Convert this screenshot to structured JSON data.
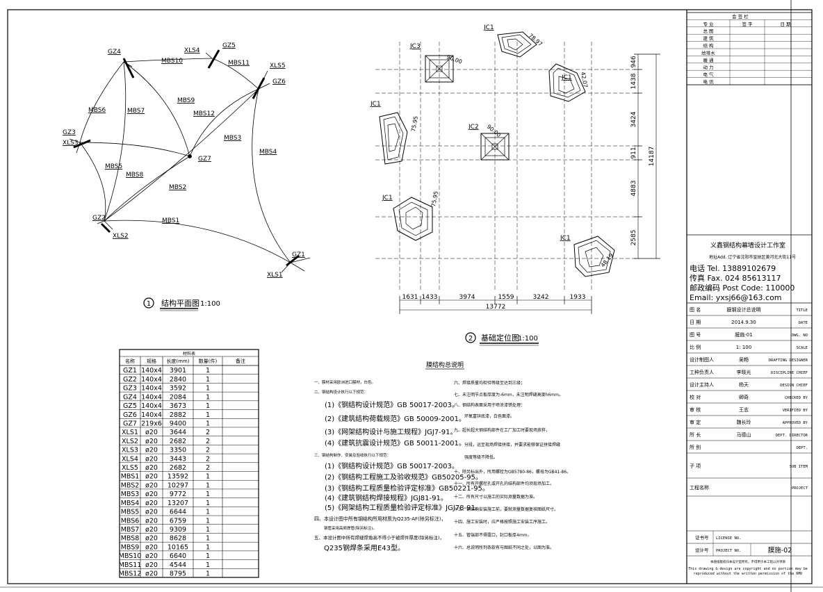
{
  "plan": {
    "nodes": [
      {
        "id": "GZ4",
        "label": "GZ4"
      },
      {
        "id": "GZ5",
        "label": "GZ5"
      },
      {
        "id": "XLS4",
        "label": "XLS4"
      },
      {
        "id": "XLS5",
        "label": "XLS5"
      },
      {
        "id": "GZ6",
        "label": "GZ6"
      },
      {
        "id": "GZ3",
        "label": "GZ3"
      },
      {
        "id": "XLS3",
        "label": "XLS3"
      },
      {
        "id": "GZ7",
        "label": "GZ7"
      },
      {
        "id": "GZ2",
        "label": "GZ2"
      },
      {
        "id": "XLS2",
        "label": "XLS2"
      },
      {
        "id": "GZ1",
        "label": "GZ1"
      },
      {
        "id": "XLS1",
        "label": "XLS1"
      }
    ],
    "members": [
      "MBS1",
      "MBS2",
      "MBS3",
      "MBS4",
      "MBS5",
      "MBS6",
      "MBS7",
      "MBS8",
      "MBS9",
      "MBS10",
      "MBS11",
      "MBS12"
    ],
    "title_no": "1",
    "title": "结构平面图",
    "scale": "1:100"
  },
  "foundation": {
    "labels": [
      "JC1",
      "JC3",
      "JC1",
      "JC1",
      "JC2",
      "JC1",
      "JC1"
    ],
    "angles": [
      "78.97",
      "90.00",
      "42.07",
      "75.95",
      "90.00",
      "75.95",
      "48.19"
    ],
    "vdims": [
      "946",
      "1438",
      "3424",
      "911",
      "4883",
      "2585"
    ],
    "vtotal": "14187",
    "hdims": [
      "1631",
      "1433",
      "3974",
      "1559",
      "3242",
      "1933"
    ],
    "htotal": "13772",
    "title_no": "2",
    "title": "基础定位图",
    "scale": "1:100"
  },
  "material_table": {
    "title": "材料表",
    "headers": [
      "名称",
      "规格",
      "长度(mm)",
      "数量(件)",
      "备注"
    ],
    "rows": [
      [
        "GZ1",
        "140x4",
        "3901",
        "1",
        ""
      ],
      [
        "GZ2",
        "140x4",
        "2840",
        "1",
        ""
      ],
      [
        "GZ3",
        "140x4",
        "3592",
        "1",
        ""
      ],
      [
        "GZ4",
        "140x4",
        "2084",
        "1",
        ""
      ],
      [
        "GZ5",
        "140x4",
        "3673",
        "1",
        ""
      ],
      [
        "GZ6",
        "140x4",
        "2882",
        "1",
        ""
      ],
      [
        "GZ7",
        "219x6",
        "9400",
        "1",
        ""
      ],
      [
        "XLS1",
        "ø20",
        "3644",
        "2",
        ""
      ],
      [
        "XLS2",
        "ø20",
        "2682",
        "2",
        ""
      ],
      [
        "XLS3",
        "ø20",
        "3350",
        "2",
        ""
      ],
      [
        "XLS4",
        "ø20",
        "3443",
        "2",
        ""
      ],
      [
        "XLS5",
        "ø20",
        "2682",
        "2",
        ""
      ],
      [
        "MBS1",
        "ø20",
        "13592",
        "1",
        ""
      ],
      [
        "MBS2",
        "ø20",
        "10297",
        "1",
        ""
      ],
      [
        "MBS3",
        "ø20",
        "9772",
        "1",
        ""
      ],
      [
        "MBS4",
        "ø20",
        "13207",
        "1",
        ""
      ],
      [
        "MBS5",
        "ø20",
        "6644",
        "1",
        ""
      ],
      [
        "MBS6",
        "ø20",
        "6759",
        "1",
        ""
      ],
      [
        "MBS7",
        "ø20",
        "9309",
        "1",
        ""
      ],
      [
        "MBS8",
        "ø20",
        "8628",
        "1",
        ""
      ],
      [
        "MBS9",
        "ø20",
        "10165",
        "1",
        ""
      ],
      [
        "MBS10",
        "ø20",
        "6640",
        "1",
        ""
      ],
      [
        "MBS11",
        "ø20",
        "4544",
        "1",
        ""
      ],
      [
        "MBS12",
        "ø20",
        "8795",
        "1",
        ""
      ]
    ]
  },
  "notes": {
    "title": "膜结构总说明",
    "left": [
      "一、膜材采用欧洲进口膜材，白色。",
      "二、钢结构设计执行以下规范：",
      "(1)《钢结构设计规范》GB 50017-2003。",
      "(2)《建筑结构荷载规范》GB 50009-2001。",
      "(3)《网架结构设计与施工规程》JGJ7-91。",
      "(4)《建筑抗震设计规范》GB 50011-2001。",
      "三、钢结构制作、安装及验收执行以下规范：",
      "(1)《钢结构设计规范》GB 50017-2003。",
      "(2)《钢结构工程施工及验收规范》GB50205-95。",
      "(3)《钢结构工程质量检验评定标准》GB50221-95。",
      "(4)《建筑钢结构焊接规程》JGJ81-91。",
      "(5)《网架结构工程质量检验评定标准》JGJ78-91。",
      "四、本设计图中所有钢结构所用材质为Q235-AF(除另标注)，",
      "钢管采用高频焊管(除另标注)。",
      "五、本设计图中所有焊缝焊角高不得小于被焊件厚度(除另标注)，",
      "Q235钢焊条采用E43型。"
    ],
    "right": [
      "六、焊接质量均检验等级至达到三级；",
      "七、未注明节点板厚度为-6mm，未注明焊缝高度h6mm。",
      "八、钢结构表面采用于喷涂漆锈处理：",
      "环氧富锌底漆，白色面漆。",
      "九、超长超大钢结构部件在工厂加工时要现场放样，",
      "分段，运至现场焊接拼接，并要求能够保证拼接焊缝",
      "强度等级不降低。",
      "十、除另标出外，所用螺栓为GB5780-86，螺母为GB41-86。",
      "十一、所有开螺栓孔或开孔的结构部件均须现场加工。",
      "十二、所有尺寸以施工的实际测量数据为准。",
      "十三、钢结构安装施工前，要就测量数据复核图纸尺寸。",
      "十四、施工安装时，应严格按照施工安装工序施工。",
      "十五、管端部不得露口，封口板厚4mm。",
      "十六、总说明所列条款有与图纸不同之处，以图为准。"
    ]
  },
  "title_block": {
    "sign_header": "会 签 栏",
    "sign_cols": [
      "专 业",
      "签 字",
      "日 期"
    ],
    "sign_rows": [
      "总 图",
      "建 筑",
      "结 构",
      "给排水",
      "暖 通",
      "动 力",
      "电 气",
      "电 讯"
    ],
    "company": "义鑫钢结构幕墙设计工作室",
    "address": "地址Add. 辽宁省沈阳市皇姑区黄河北大街11号",
    "tel_label": "电话 Tel.",
    "tel": "13889102679",
    "fax_label": "传真 Fax.",
    "fax": "024 85613117",
    "post_label": "邮政编码 Post Code:",
    "post": "110000",
    "email_label": "Email:",
    "email": "yxsj66@163.com",
    "info_rows": [
      {
        "zh": "图 名",
        "val": "膜钢设计总说明",
        "en": "TITLE"
      },
      {
        "zh": "日 期",
        "val": "2014.9.30",
        "en": "DATE"
      },
      {
        "zh": "图 号",
        "val": "膜施-01",
        "en": "DWG. NO"
      },
      {
        "zh": "比 例",
        "val": "1: 100",
        "en": "SCALE"
      },
      {
        "zh": "设计制图人",
        "val": "吴畅",
        "en": "DRAFTING DESIGNER"
      },
      {
        "zh": "工种负责人",
        "val": "李晓光",
        "en": "DISCIPLINE CHIEF"
      },
      {
        "zh": "设计主持人",
        "val": "杨天",
        "en": "DESIGN CHIEF"
      },
      {
        "zh": "校 对",
        "val": "卿奇",
        "en": "CHECKED BY"
      },
      {
        "zh": "审 核",
        "val": "王志",
        "en": "VERIFIED BY"
      },
      {
        "zh": "审 定",
        "val": "魏长玲",
        "en": "APPROVED BY"
      },
      {
        "zh": "所 长",
        "val": "马德山",
        "en": "DEPT. DIRECTOR"
      },
      {
        "zh": "所 别",
        "val": "",
        "en": "DEPT."
      },
      {
        "zh": "子 项",
        "val": "",
        "en": "SUB ITEM"
      },
      {
        "zh": "工程名称",
        "val": "",
        "en": "PROJECT"
      }
    ],
    "cert_label": "证书号",
    "cert_en": "LICENSE NO.",
    "design_label": "设计号",
    "design_en": "PROJECT NO.",
    "sheet_no": "膜施-02",
    "copyright_zh": "本图纸版权归本设计室所有，不得用于本工程以外项目",
    "copyright_en": "This drawing & design are copyright and no portion may be reproduced without the written permission of the RMD"
  }
}
